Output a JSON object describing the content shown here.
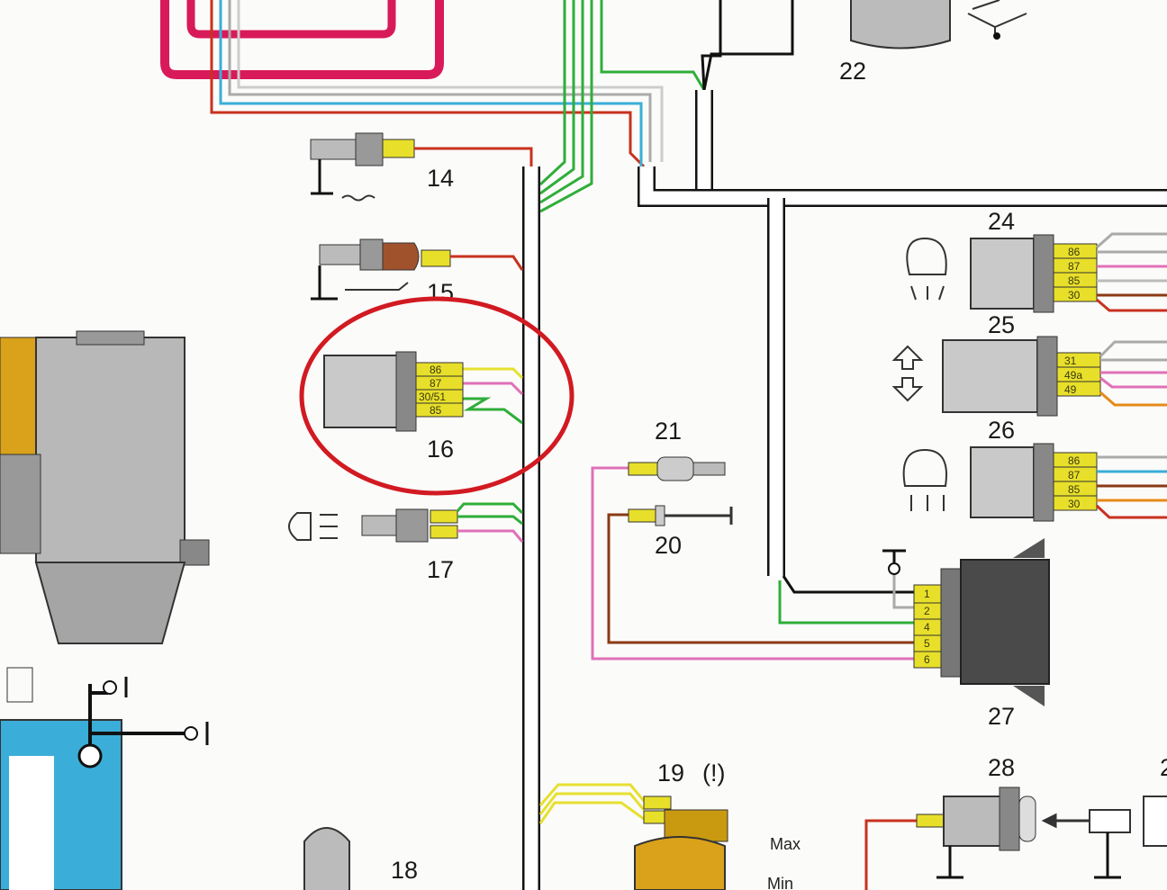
{
  "diagram": {
    "components": {
      "c14": {
        "label": "14"
      },
      "c15": {
        "label": "15"
      },
      "c16": {
        "label": "16",
        "pins": [
          "86",
          "87",
          "30/51",
          "85"
        ]
      },
      "c17": {
        "label": "17"
      },
      "c18": {
        "label": "18"
      },
      "c19": {
        "label": "19",
        "symbol": "(!)",
        "max": "Max",
        "min": "Min"
      },
      "c20": {
        "label": "20"
      },
      "c21": {
        "label": "21"
      },
      "c22": {
        "label": "22"
      },
      "c24": {
        "label": "24",
        "pins": [
          "86",
          "87",
          "85",
          "30"
        ]
      },
      "c25": {
        "label": "25",
        "pins": [
          "31",
          "49a",
          "49"
        ]
      },
      "c26": {
        "label": "26",
        "pins": [
          "86",
          "87",
          "85",
          "30"
        ]
      },
      "c27": {
        "label": "27",
        "pins": [
          "1",
          "2",
          "4",
          "5",
          "6"
        ]
      },
      "c28": {
        "label": "28"
      },
      "c29": {
        "label": "2"
      }
    },
    "colors": {
      "highlight": "#d11a22",
      "pin_fill": "#e8df2a",
      "wire_red": "#c8321e",
      "wire_green": "#2fae3a",
      "wire_pink": "#e070b8",
      "wire_blue": "#3aaed8",
      "wire_yellow": "#e6e030",
      "wire_brown": "#8a3a14",
      "loop_magenta": "#d81a5a"
    }
  }
}
